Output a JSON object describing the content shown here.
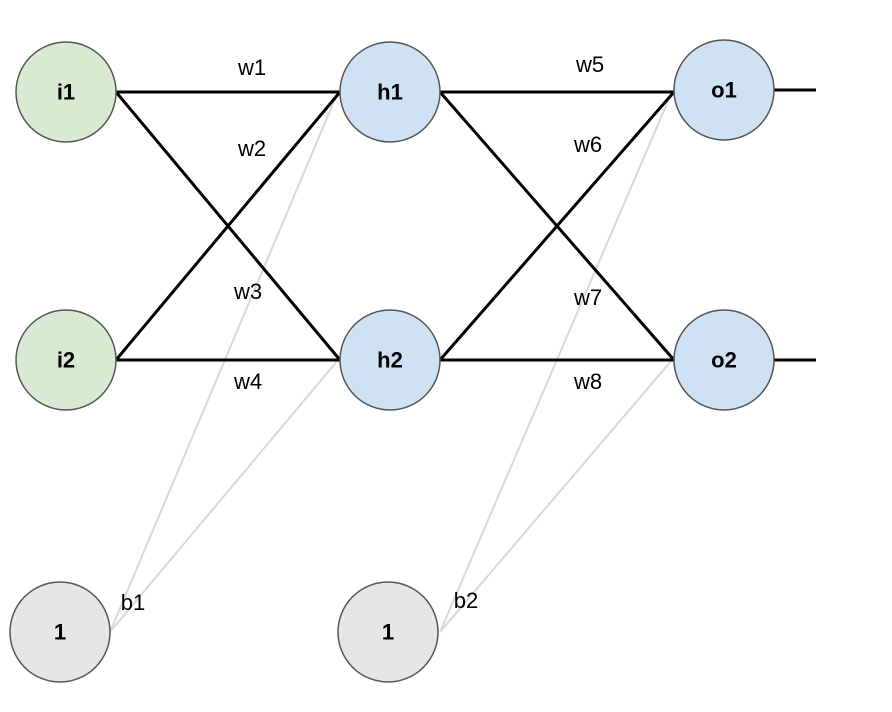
{
  "nodes": {
    "i1": {
      "label": "i1",
      "fill": "#d9ead3"
    },
    "i2": {
      "label": "i2",
      "fill": "#d9ead3"
    },
    "h1": {
      "label": "h1",
      "fill": "#cfe2f3"
    },
    "h2": {
      "label": "h2",
      "fill": "#cfe2f3"
    },
    "o1": {
      "label": "o1",
      "fill": "#cfe2f3"
    },
    "o2": {
      "label": "o2",
      "fill": "#cfe2f3"
    },
    "b1_node": {
      "label": "1",
      "fill": "#e6e6e6"
    },
    "b2_node": {
      "label": "1",
      "fill": "#e6e6e6"
    }
  },
  "weights": {
    "w1": "w1",
    "w2": "w2",
    "w3": "w3",
    "w4": "w4",
    "w5": "w5",
    "w6": "w6",
    "w7": "w7",
    "w8": "w8"
  },
  "biases": {
    "b1": "b1",
    "b2": "b2"
  },
  "colors": {
    "node_stroke": "#555555",
    "weight_edge": "#000000",
    "bias_edge": "#d9d9d9"
  }
}
